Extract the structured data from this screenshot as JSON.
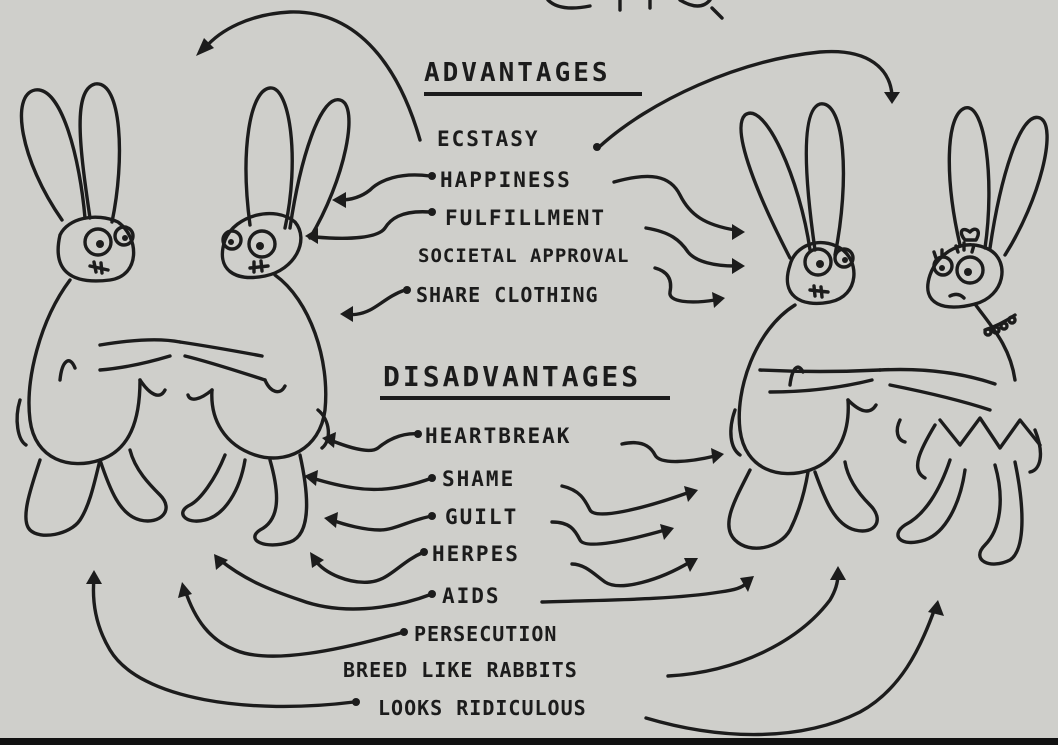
{
  "advantages": {
    "heading": "ADVANTAGES",
    "items": [
      "ECSTASY",
      "HAPPINESS",
      "FULFILLMENT",
      "SOCIETAL APPROVAL",
      "SHARE CLOTHING"
    ]
  },
  "disadvantages": {
    "heading": "DISADVANTAGES",
    "items": [
      "HEARTBREAK",
      "SHAME",
      "GUILT",
      "HERPES",
      "AIDS",
      "PERSECUTION",
      "BREED LIKE RABBITS",
      "LOOKS RIDICULOUS"
    ]
  },
  "colors": {
    "paper": "#cfcfcb",
    "ink": "#1c1c1c"
  }
}
